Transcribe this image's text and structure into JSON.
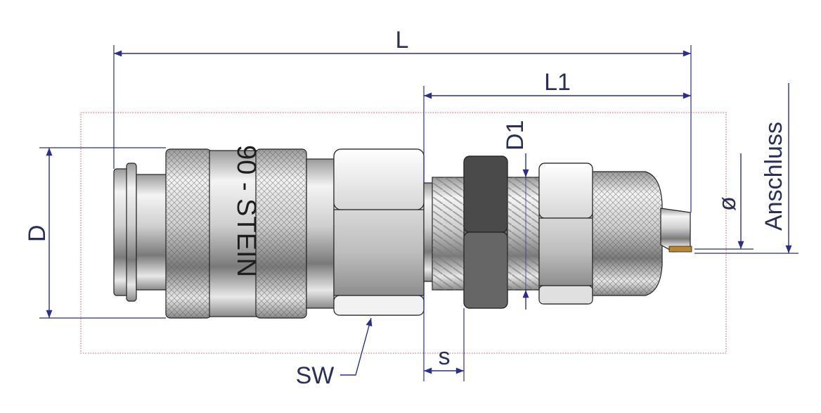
{
  "diagram": {
    "labels": {
      "overall_length": "L",
      "partial_length": "L1",
      "thread_diameter": "D1",
      "outer_diameter": "D",
      "wrench_size": "SW",
      "thickness": "s",
      "connection": "Anschluss",
      "tube_diameter": "ø"
    },
    "engraving": "90 - STEIN",
    "colors": {
      "dimension": "#2a2f8a",
      "frame": "#c06060",
      "metal_light": "#e6e6e6",
      "metal_dark": "#6a6a6a",
      "nut_dark": "#555555",
      "tip": "#b8862f"
    }
  }
}
